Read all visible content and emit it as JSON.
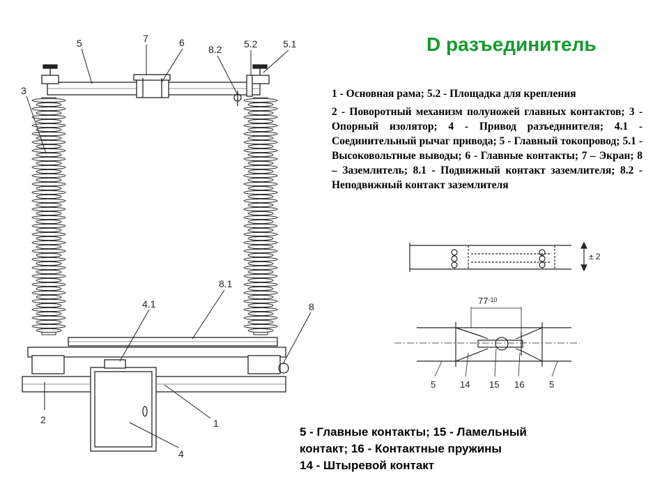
{
  "title": "D разъединитель",
  "legend_top": {
    "line1": "1 - Основная рама; 5.2 - Площадка для крепления",
    "line2": "2 - Поворотный механизм полуножей главных контактов; 3 - Опорный изолятор; 4 - Привод разъединителя; 4.1 - Соединительный рычаг привода; 5 - Главный токопровод; 5.1 - Высоковольтные выводы; 6 - Главные контакты; 7 – Экран; 8 – Заземлитель; 8.1 - Подвижный контакт заземлителя; 8.2 - Неподвижный контакт заземлителя"
  },
  "legend_bottom": {
    "line1": "5 - Главные контакты; 15 - Ламельный",
    "line2": "контакт; 16 - Контактные пружины",
    "line3": "14 - Штыревой контакт"
  },
  "main_labels": {
    "l5": "5",
    "l7": "7",
    "l6": "6",
    "l82": "8.2",
    "l52": "5.2",
    "l51": "5.1",
    "l3": "3",
    "l81": "8.1",
    "l41": "4.1",
    "l8": "8",
    "l2": "2",
    "l1": "1",
    "l4": "4"
  },
  "detail_top": {
    "tolerance": "± 2"
  },
  "detail_bottom": {
    "dim": "77",
    "dim_tol": "-10",
    "l5a": "5",
    "l14": "14",
    "l15": "15",
    "l16": "16",
    "l5b": "5"
  }
}
